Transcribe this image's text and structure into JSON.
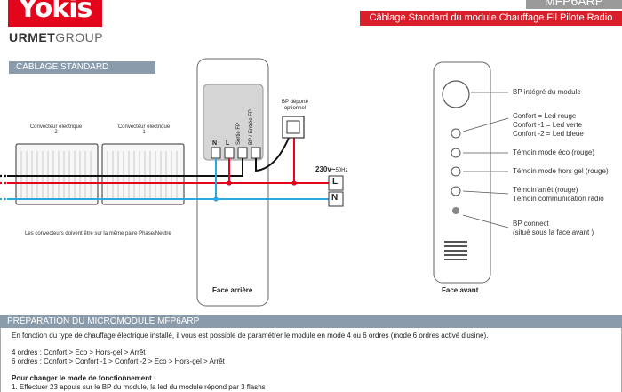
{
  "header": {
    "brand": "Yokis",
    "group_left": "URMET",
    "group_right": "GROUP",
    "model": "MFP6ARP",
    "subtitle": "Câblage Standard du module Chauffage Fil Pilote Radio"
  },
  "wiring": {
    "section_title": "CABLAGE STANDARD",
    "convector2": "Convecteur électrique 2",
    "convector1": "Convecteur électrique 1",
    "note": "Les convecteurs doivent être sur la même paire Phase/Neutre",
    "terminals": [
      "N",
      "L",
      "Sortie FP",
      "BP / Entrée FP"
    ],
    "bp_remote": "BP déporté optionnel",
    "voltage": "230v~",
    "freq": "50Hz",
    "phase": "L",
    "neutral": "N",
    "back_label": "Face arrière",
    "colors": {
      "phase": "#e3051b",
      "neutral": "#2aa8e0",
      "fp": "#111111"
    }
  },
  "front": {
    "label": "Face avant",
    "bp_integrated": "BP intégré du module",
    "led_line1": "Confort = Led rouge",
    "led_line2": "Confort -1 = Led verte",
    "led_line3": "Confort -2 = Led bleue",
    "eco": "Témoin mode éco (rouge)",
    "horsgel": "Témoin mode hors gel (rouge)",
    "stop1": "Témoin arrêt (rouge)",
    "stop2": "Témoin communication radio",
    "connect1": "BP connect",
    "connect2": "(situé sous la face avant )"
  },
  "prep": {
    "section_title": "PRÉPARATION DU MICROMODULE MFP6ARP",
    "intro": "En fonction du type de chauffage électrique installé, il vous est possible de paramétrer le module en mode 4 ou 6 ordres (mode 6 ordres activé d'usine).",
    "orders4": "4 ordres : Confort > Eco > Hors-gel > Arrêt",
    "orders6": "6 ordres : Confort > Confort -1 > Confort -2 >  Eco > Hors-gel > Arrêt",
    "change_title": "Pour changer le mode de fonctionnement :",
    "step1": "1. Effectuer 23 appuis sur le BP du module, la led du module répond par 3 flashs"
  }
}
